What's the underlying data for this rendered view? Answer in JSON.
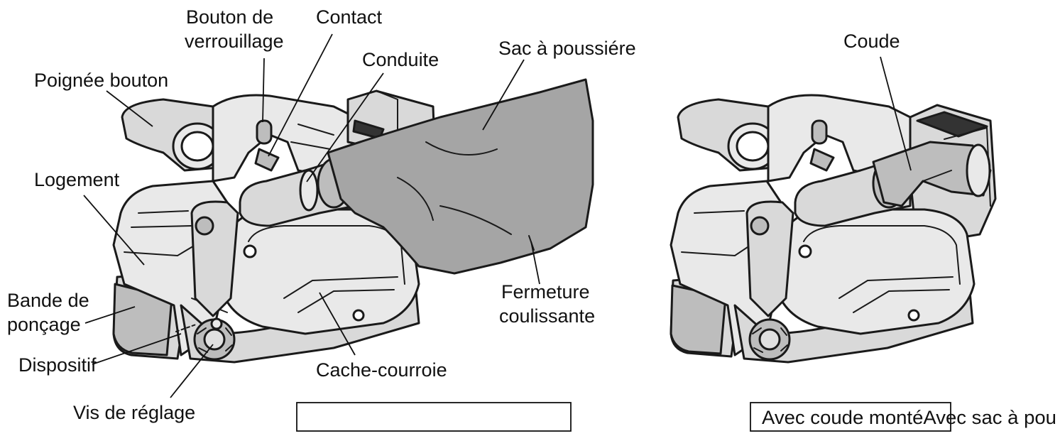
{
  "figure": {
    "left_labels": {
      "poignee_bouton": "Poignée bouton",
      "bouton_verrouillage_line1": "Bouton de",
      "bouton_verrouillage_line2": "verrouillage",
      "contact": "Contact",
      "conduite": "Conduite",
      "sac_poussiere": "Sac à poussiére",
      "logement": "Logement",
      "bande_line1": "Bande de",
      "bande_line2": "ponçage",
      "dispositif": "Dispositif",
      "vis_reglage": "Vis de réglage",
      "cache_courroie": "Cache-courroie",
      "fermeture_line1": "Fermeture",
      "fermeture_line2": "coulissante"
    },
    "right_labels": {
      "coude": "Coude"
    },
    "captions": {
      "left": "",
      "right": "Avec coude montéAvec sac à pou"
    }
  }
}
